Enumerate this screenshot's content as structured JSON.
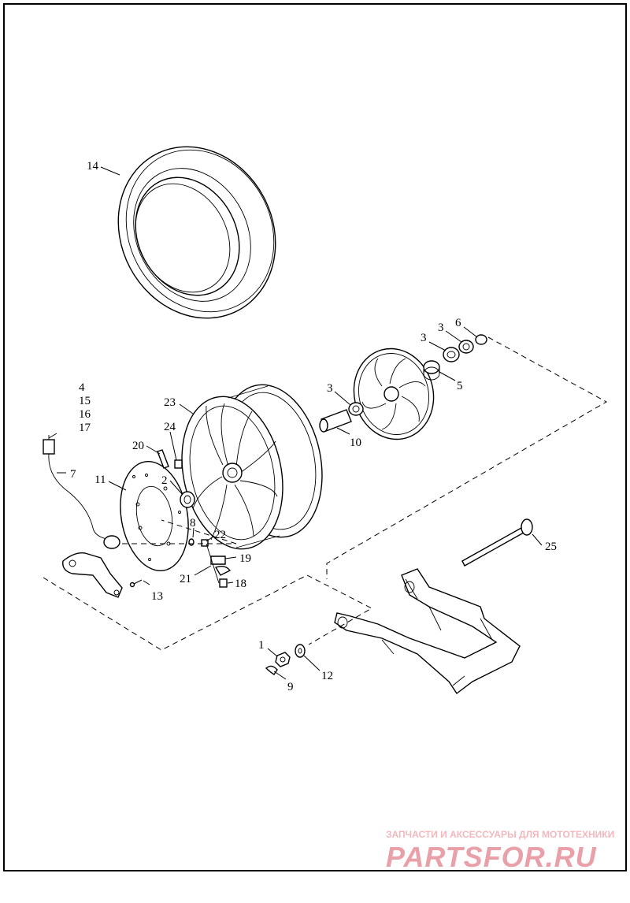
{
  "callouts": {
    "c1": "1",
    "c2": "2",
    "c3a": "3",
    "c3b": "3",
    "c3c": "3",
    "c4": "4",
    "c5": "5",
    "c6": "6",
    "c7": "7",
    "c8": "8",
    "c9": "9",
    "c10": "10",
    "c11": "11",
    "c12": "12",
    "c13": "13",
    "c14": "14",
    "c15": "15",
    "c16": "16",
    "c17": "17",
    "c18": "18",
    "c19": "19",
    "c20": "20",
    "c21": "21",
    "c22": "22",
    "c23": "23",
    "c24": "24",
    "c25": "25"
  },
  "watermark": {
    "tagline": "ЗАПЧАСТИ И АКСЕССУАРЫ ДЛЯ МОТОТЕХНИКИ",
    "logo": "PARTSFOR.RU"
  },
  "colors": {
    "line": "#000000",
    "background": "#ffffff",
    "watermark": "#e9a0a8"
  }
}
